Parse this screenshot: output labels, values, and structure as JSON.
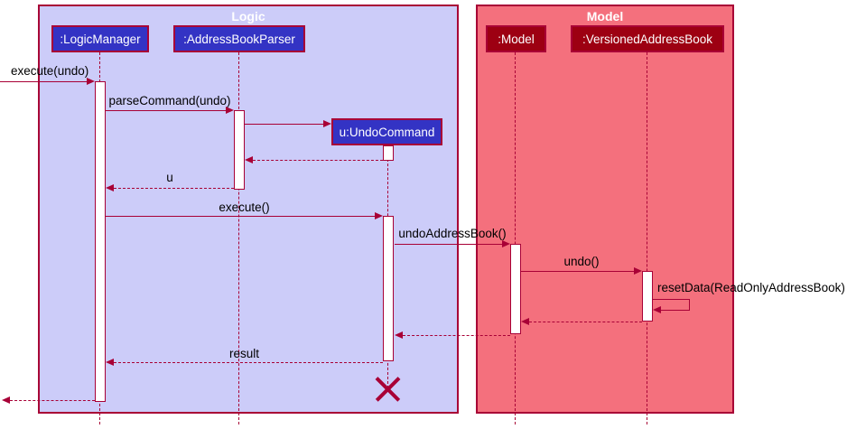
{
  "diagram_type": "uml-sequence",
  "colors": {
    "accent": "#A80036",
    "logic-frame-fill": "#CCCCF9",
    "logic-participant-fill": "#3333C4",
    "model-frame-fill": "#F4707D",
    "model-participant-fill": "#9D0012",
    "participant-text": "#FFFFFF",
    "message-text": "#000000"
  },
  "frames": {
    "logic": {
      "title": "Logic"
    },
    "model": {
      "title": "Model"
    }
  },
  "participants": {
    "logic_manager": {
      "label": ":LogicManager",
      "frame": "Logic"
    },
    "address_book_parser": {
      "label": ":AddressBookParser",
      "frame": "Logic"
    },
    "undo_command": {
      "label": "u:UndoCommand",
      "frame": "Logic",
      "created_in_sequence": true,
      "destroyed_in_sequence": true
    },
    "model": {
      "label": ":Model",
      "frame": "Model"
    },
    "versioned_address_book": {
      "label": ":VersionedAddressBook",
      "frame": "Model"
    }
  },
  "sequence": [
    {
      "label": "execute(undo)",
      "from": "external",
      "to": "logic_manager",
      "type": "solid"
    },
    {
      "label": "parseCommand(undo)",
      "from": "logic_manager",
      "to": "address_book_parser",
      "type": "solid"
    },
    {
      "label": "",
      "from": "address_book_parser",
      "to": "undo_command",
      "type": "create"
    },
    {
      "label": "",
      "from": "undo_command",
      "to": "address_book_parser",
      "type": "return"
    },
    {
      "label": "u",
      "from": "address_book_parser",
      "to": "logic_manager",
      "type": "return"
    },
    {
      "label": "execute()",
      "from": "logic_manager",
      "to": "undo_command",
      "type": "solid"
    },
    {
      "label": "undoAddressBook()",
      "from": "undo_command",
      "to": "model",
      "type": "solid"
    },
    {
      "label": "undo()",
      "from": "model",
      "to": "versioned_address_book",
      "type": "solid"
    },
    {
      "label": "resetData(ReadOnlyAddressBook)",
      "from": "versioned_address_book",
      "to": "versioned_address_book",
      "type": "self"
    },
    {
      "label": "",
      "from": "versioned_address_book",
      "to": "model",
      "type": "return"
    },
    {
      "label": "",
      "from": "model",
      "to": "undo_command",
      "type": "return"
    },
    {
      "label": "result",
      "from": "undo_command",
      "to": "logic_manager",
      "type": "return"
    },
    {
      "label": "",
      "from": "logic_manager",
      "to": "external",
      "type": "return"
    }
  ]
}
